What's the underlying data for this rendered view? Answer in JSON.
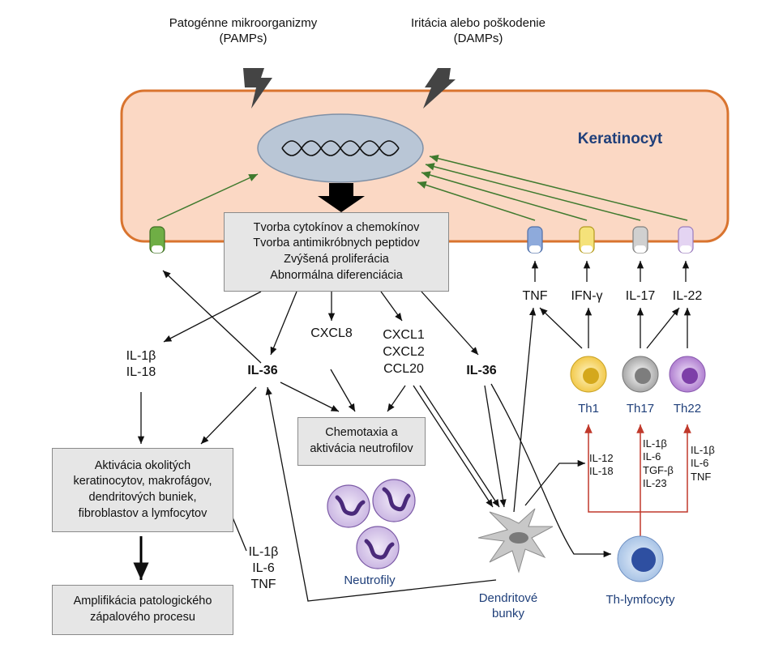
{
  "top": {
    "pamps": [
      "Patogénne mikroorganizmy",
      "(PAMPs)"
    ],
    "damps": [
      "Iritácia alebo poškodenie",
      "(DAMPs)"
    ]
  },
  "cell": {
    "title": "Keratinocyt"
  },
  "central_box": [
    "Tvorba cytokínov a chemokínov",
    "Tvorba antimikróbnych peptidov",
    "Zvýšená proliferácia",
    "Abnormálna diferenciácia"
  ],
  "receptor_labels": [
    "TNF",
    "IFN-γ",
    "IL-17",
    "IL-22"
  ],
  "left_cytokines": [
    "IL-1β",
    "IL-18"
  ],
  "il36_left": "IL-36",
  "il36_right": "IL-36",
  "cxcl8": "CXCL8",
  "chemokines": [
    "CXCL1",
    "CXCL2",
    "CCL20"
  ],
  "chemotaxis_box": [
    "Chemotaxia a",
    "aktivácia neutrofilov"
  ],
  "activation_box": [
    "Aktivácia okolitých",
    "keratinocytov, makrofágov,",
    "dendritových buniek,",
    "fibroblastov a lymfocytov"
  ],
  "amplification_box": [
    "Amplifikácia patologického",
    "zápalového procesu"
  ],
  "dc_cytokines": [
    "IL-1β",
    "IL-6",
    "TNF"
  ],
  "neutrophils_label": "Neutrofily",
  "dendritic_label": [
    "Dendritové",
    "bunky"
  ],
  "th_cells": [
    "Th1",
    "Th17",
    "Th22"
  ],
  "th1_inputs": [
    "IL-12",
    "IL-18"
  ],
  "th17_inputs": [
    "IL-1β",
    "IL-6",
    "TGF-β",
    "IL-23"
  ],
  "th22_inputs": [
    "IL-1β",
    "IL-6",
    "TNF"
  ],
  "th_lymph_label": "Th-lymfocyty",
  "colors": {
    "cell_fill": "#fbd8c4",
    "cell_border": "#d9742f",
    "nucleus": "#b9c6d6",
    "green_arrow": "#3f7a2e",
    "red_arrow": "#c0392b",
    "th1": "#f2c94c",
    "th17": "#9e9e9e",
    "th22": "#a873c9",
    "th_lymph": "#3b5fb0"
  },
  "icons": [
    "lightning-bolt-icon",
    "dna-helix-icon",
    "receptor-icon",
    "neutrophil-icon",
    "dendritic-cell-icon",
    "lymphocyte-icon"
  ]
}
